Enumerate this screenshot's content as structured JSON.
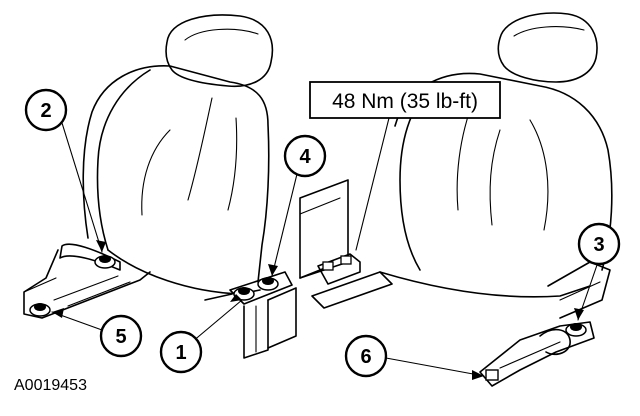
{
  "diagram": {
    "torque_label": "48 Nm (35 lb-ft)",
    "figure_id": "A0019453",
    "callouts": {
      "c1": "1",
      "c2": "2",
      "c3": "3",
      "c4": "4",
      "c5": "5",
      "c6": "6"
    }
  }
}
